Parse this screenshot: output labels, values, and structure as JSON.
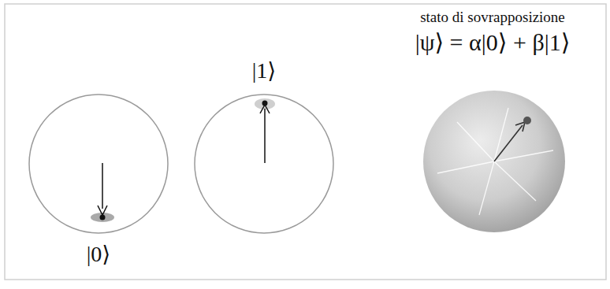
{
  "diagram": {
    "nodes": [
      {
        "text": [
          "|0⟩"
        ]
      },
      {
        "text": [
          "|1⟩"
        ]
      },
      {
        "text": [
          "stato di sovrapposizione",
          "|ψ⟩ = α|0⟩ + β|1⟩"
        ]
      }
    ]
  }
}
